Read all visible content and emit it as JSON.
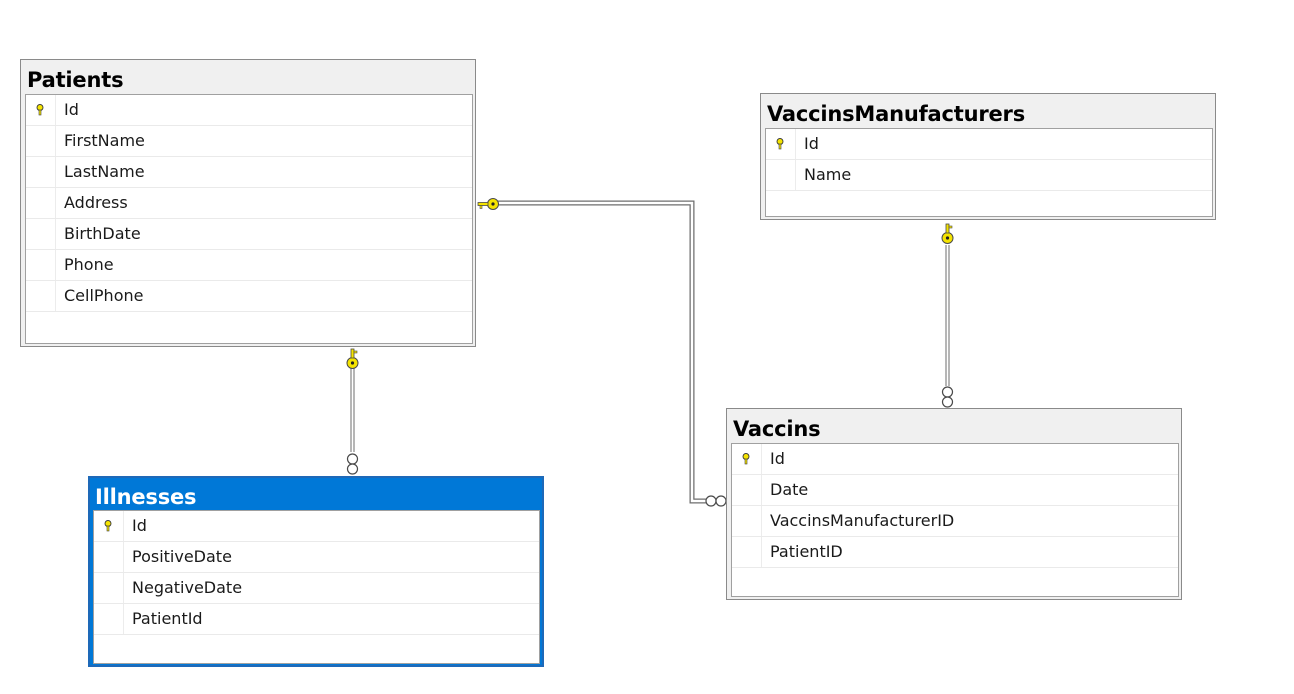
{
  "diagram": {
    "tables": {
      "patients": {
        "title": "Patients",
        "columns": [
          "Id",
          "FirstName",
          "LastName",
          "Address",
          "BirthDate",
          "Phone",
          "CellPhone"
        ],
        "primary_key": "Id"
      },
      "vaccins_manufacturers": {
        "title": "VaccinsManufacturers",
        "columns": [
          "Id",
          "Name"
        ],
        "primary_key": "Id"
      },
      "vaccins": {
        "title": "Vaccins",
        "columns": [
          "Id",
          "Date",
          "VaccinsManufacturerID",
          "PatientID"
        ],
        "primary_key": "Id"
      },
      "illnesses": {
        "title": "Illnesses",
        "columns": [
          "Id",
          "PositiveDate",
          "NegativeDate",
          "PatientId"
        ],
        "primary_key": "Id",
        "selected": true
      }
    },
    "relationships": [
      {
        "from": "Patients",
        "to": "Illnesses",
        "one_end": "key-icon",
        "many_end": "infinity-icon"
      },
      {
        "from": "Patients",
        "to": "Vaccins",
        "one_end": "key-icon",
        "many_end": "infinity-icon"
      },
      {
        "from": "VaccinsManufacturers",
        "to": "Vaccins",
        "one_end": "key-icon",
        "many_end": "infinity-icon"
      }
    ],
    "colors": {
      "selected_header": "#0078d7",
      "key_icon": "#f5e400",
      "line": "#707070"
    }
  }
}
